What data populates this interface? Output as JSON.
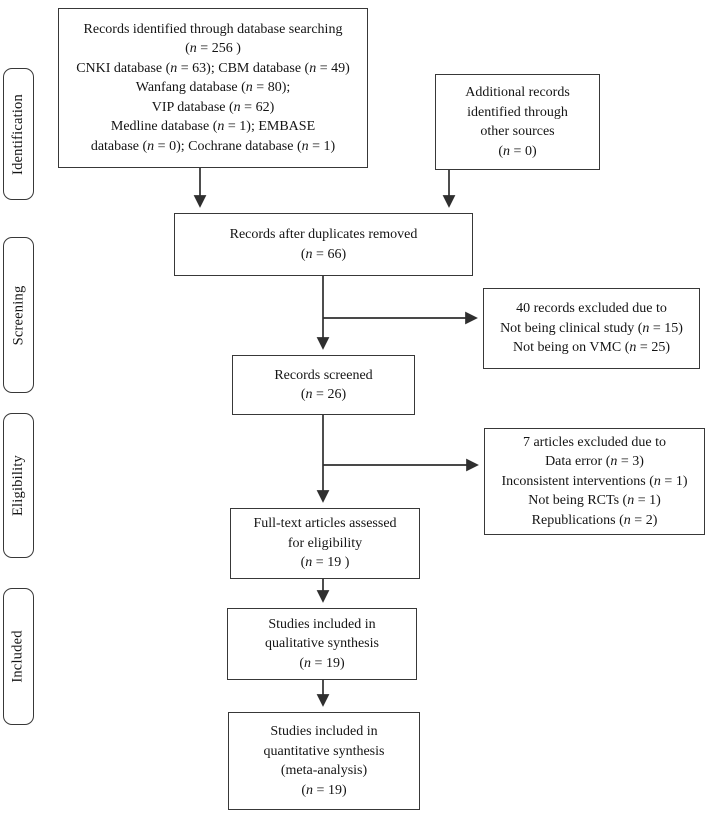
{
  "colors": {
    "background": "#ffffff",
    "box_border": "#383838",
    "arrow": "#2f2f2f",
    "text": "#141414"
  },
  "sidebar": {
    "items": [
      {
        "label": "Identification"
      },
      {
        "label": "Screening"
      },
      {
        "label": "Eligibility"
      },
      {
        "label": "Included"
      }
    ]
  },
  "flow": {
    "records_identified": {
      "lines": [
        "Records identified through database searching",
        "(n = 256 )",
        "CNKI database (n = 63); CBM database (n = 49)",
        "Wanfang database (n = 80);",
        "VIP database (n = 62)",
        "Medline database (n = 1); EMBASE",
        "database (n = 0); Cochrane database (n = 1)"
      ]
    },
    "additional_records": {
      "lines": [
        "Additional records",
        "identified through",
        "other sources",
        "(n = 0)"
      ]
    },
    "duplicates_removed": {
      "lines": [
        "Records after duplicates removed",
        "(n = 66)"
      ]
    },
    "excluded_screening": {
      "lines": [
        "40 records excluded due to",
        "Not being clinical study (n = 15)",
        "Not being on VMC (n = 25)"
      ]
    },
    "records_screened": {
      "lines": [
        "Records screened",
        "(n = 26)"
      ]
    },
    "excluded_eligibility": {
      "lines": [
        "7 articles excluded due to",
        "Data error (n = 3)",
        "Inconsistent interventions (n = 1)",
        "Not being RCTs (n = 1)",
        "Republications (n = 2)"
      ]
    },
    "fulltext_assessed": {
      "lines": [
        "Full-text articles assessed",
        "for eligibility",
        "(n = 19 )"
      ]
    },
    "qualitative": {
      "lines": [
        "Studies included in",
        "qualitative synthesis",
        "(n = 19)"
      ]
    },
    "quantitative": {
      "lines": [
        "Studies included in",
        "quantitative synthesis",
        "(meta-analysis)",
        "(n = 19)"
      ]
    }
  }
}
